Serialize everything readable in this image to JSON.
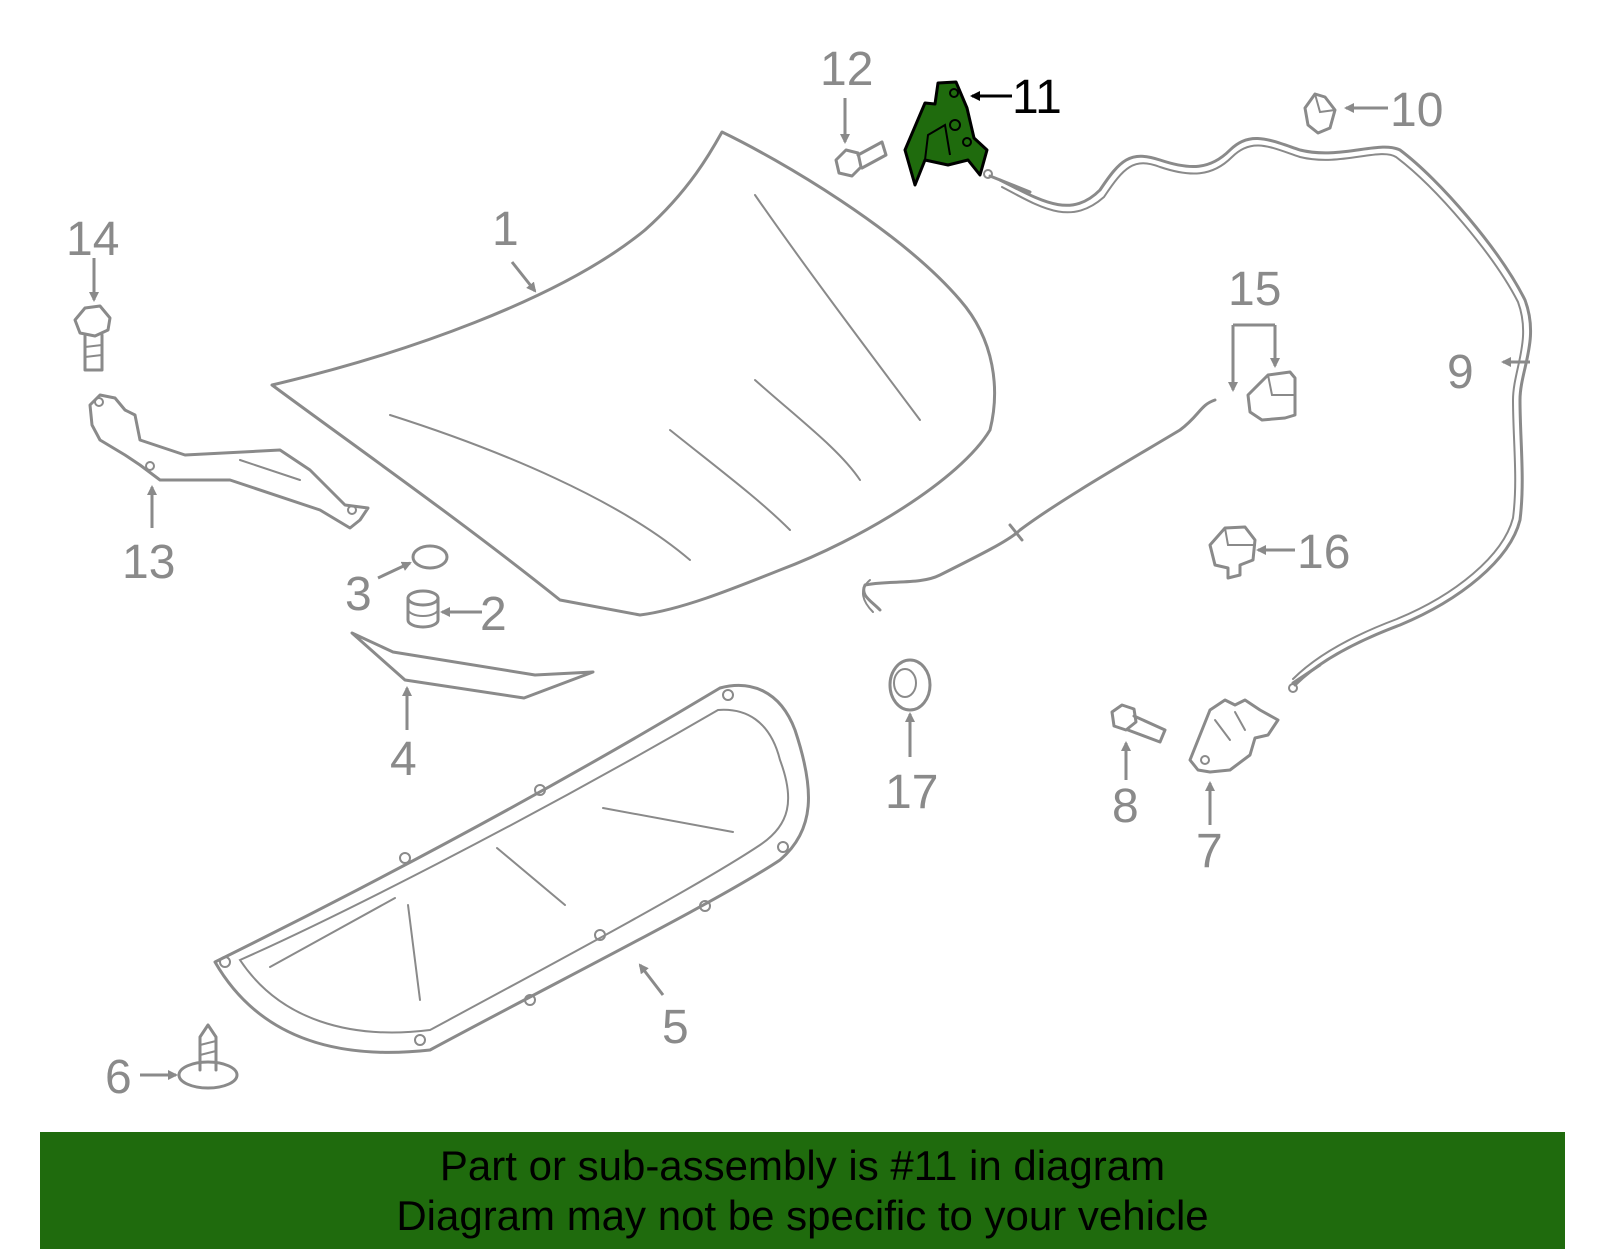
{
  "colors": {
    "highlight": "#1f6b0d",
    "part_lines": "#8a8a8a",
    "footer_bg": "#1f6b0d",
    "footer_text": "#000000"
  },
  "callouts": {
    "c1": "1",
    "c2": "2",
    "c3": "3",
    "c4": "4",
    "c5": "5",
    "c6": "6",
    "c7": "7",
    "c8": "8",
    "c9": "9",
    "c10": "10",
    "c11": "11",
    "c12": "12",
    "c13": "13",
    "c14": "14",
    "c15": "15",
    "c16": "16",
    "c17": "17"
  },
  "highlighted_part": "11",
  "footer": {
    "line1": "Part or sub-assembly is #11 in diagram",
    "line2": "Diagram may not be specific to your vehicle"
  }
}
